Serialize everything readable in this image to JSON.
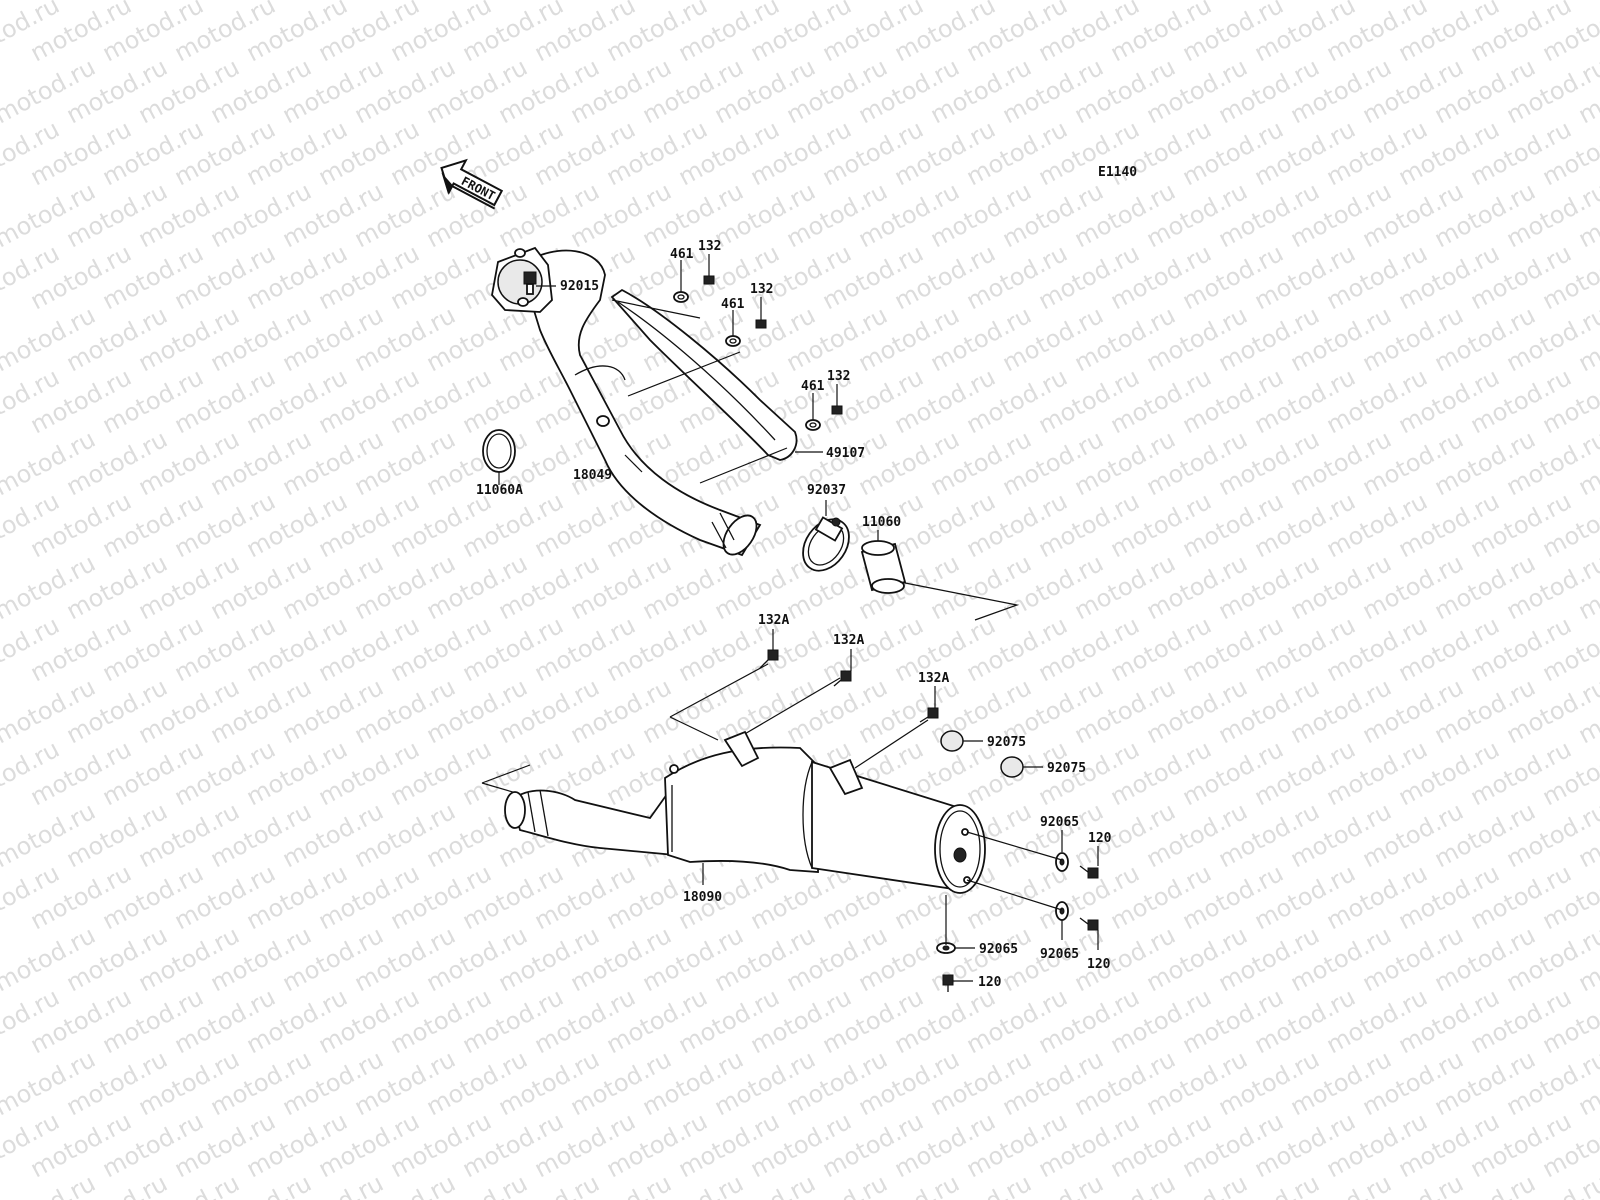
{
  "watermark": "motod.ru",
  "diagram_code": "E1140",
  "front_arrow_label": "FRONT",
  "callouts": {
    "c92015": "92015",
    "c461a": "461",
    "c132a": "132",
    "c461b": "461",
    "c132b": "132",
    "c461c": "461",
    "c132c": "132",
    "c49107": "49107",
    "c18049": "18049",
    "c11060A": "11060A",
    "c92037": "92037",
    "c11060": "11060",
    "c132Aa": "132A",
    "c132Ab": "132A",
    "c132Ac": "132A",
    "c92075a": "92075",
    "c92075b": "92075",
    "c92065a": "92065",
    "c120a": "120",
    "c18090": "18090",
    "c92065b": "92065",
    "c92065c": "92065",
    "c120b": "120",
    "c120c": "120"
  }
}
